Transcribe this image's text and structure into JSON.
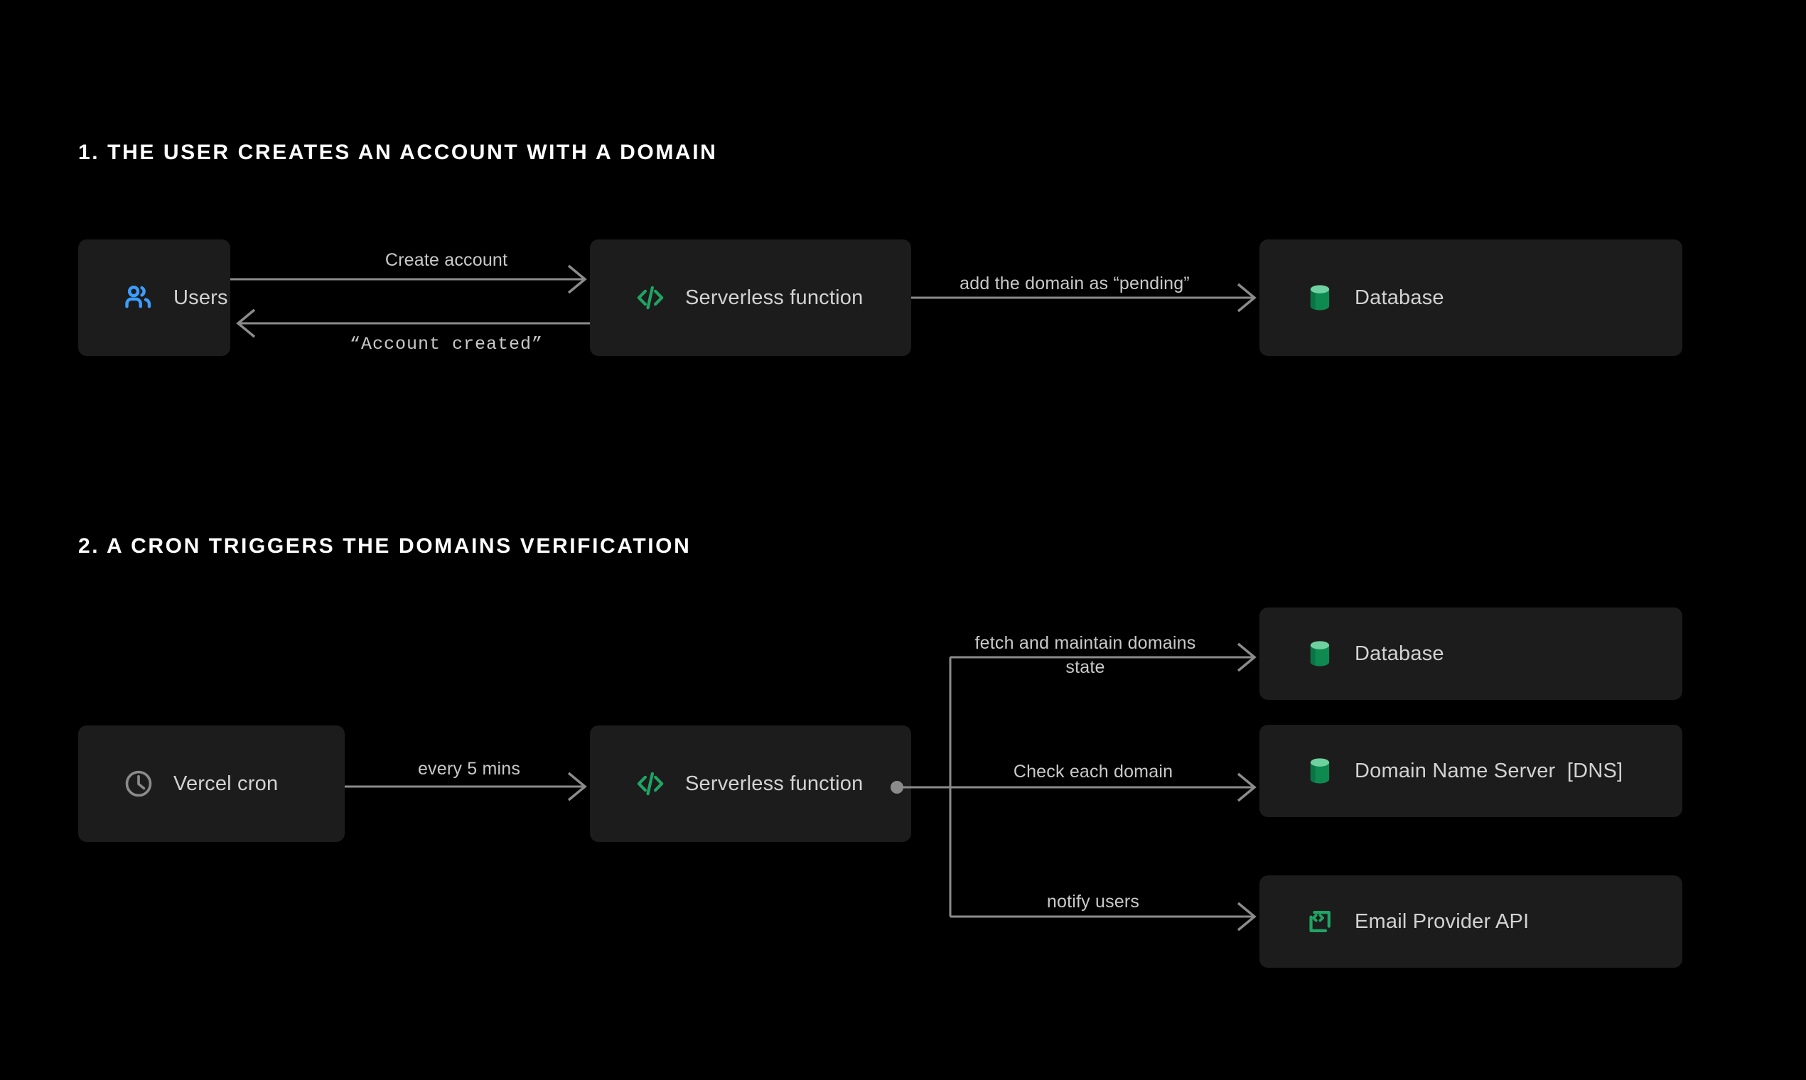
{
  "theme": {
    "background": "#000000",
    "node_fill": "#1c1c1c",
    "node_label": "#d2d2d2",
    "heading": "#ffffff",
    "wire": "#8b8b8b",
    "edge_label": "#c9c9c9",
    "accent_green": "#1fa463",
    "accent_green_light": "#6fd1a0",
    "accent_blue": "#3b9eff",
    "accent_gray_icon": "#8b8b8b"
  },
  "sections": [
    {
      "index": "1.",
      "title": "1.  THE USER CREATES AN ACCOUNT WITH A DOMAIN",
      "nodes": [
        {
          "id": "users",
          "label": "Users",
          "icon": "users-icon"
        },
        {
          "id": "sls1",
          "label": "Serverless function",
          "icon": "code-icon"
        },
        {
          "id": "db1",
          "label": "Database",
          "icon": "database-icon"
        }
      ],
      "edges": [
        {
          "id": "create-account",
          "label": "Create account",
          "from": "users",
          "to": "sls1",
          "direction": "right",
          "style": "sans"
        },
        {
          "id": "account-created",
          "label": "“Account created”",
          "from": "sls1",
          "to": "users",
          "direction": "left",
          "style": "mono"
        },
        {
          "id": "add-domain",
          "label": "add the domain as “pending”",
          "from": "sls1",
          "to": "db1",
          "direction": "right",
          "style": "sans"
        }
      ]
    },
    {
      "index": "2.",
      "title": "2.  A CRON TRIGGERS THE DOMAINS VERIFICATION",
      "nodes": [
        {
          "id": "cron",
          "label": "Vercel cron",
          "icon": "clock-icon"
        },
        {
          "id": "sls2",
          "label": "Serverless function",
          "icon": "code-icon"
        },
        {
          "id": "db2",
          "label": "Database",
          "icon": "database-icon"
        },
        {
          "id": "dns",
          "label": "Domain Name Server  [DNS]",
          "icon": "database-icon"
        },
        {
          "id": "email",
          "label": "Email Provider API",
          "icon": "code-bracket-icon"
        }
      ],
      "edges": [
        {
          "id": "every-5-mins",
          "label": "every 5 mins",
          "from": "cron",
          "to": "sls2",
          "direction": "right",
          "style": "sans"
        },
        {
          "id": "fetch-maintain",
          "label": "fetch and maintain domains state",
          "from": "sls2",
          "to": "db2",
          "direction": "right",
          "style": "sans"
        },
        {
          "id": "check-domain",
          "label": "Check each domain",
          "from": "sls2",
          "to": "dns",
          "direction": "right",
          "style": "sans"
        },
        {
          "id": "notify-users",
          "label": "notify users",
          "from": "sls2",
          "to": "email",
          "direction": "right",
          "style": "sans"
        }
      ]
    }
  ]
}
